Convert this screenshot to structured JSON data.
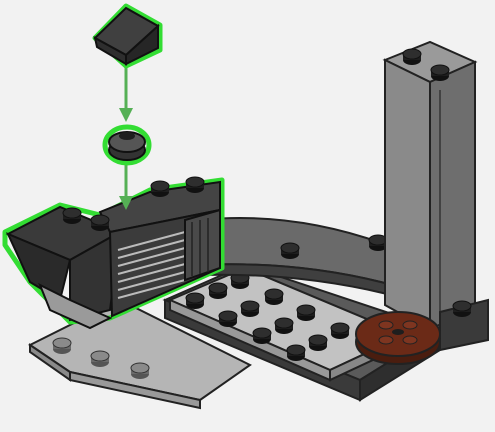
{
  "figure": {
    "kind": "building-instruction-step",
    "background": "#f2f2f2",
    "highlight_color": "#33dd33",
    "arrow_color": "#55b055",
    "new_parts": [
      "slope-brick",
      "round-plate",
      "cockpit-assembly"
    ],
    "colors": {
      "dark_gray": "#4a4a4a",
      "mid_gray": "#8a8a8a",
      "light_gray": "#b5b5b5",
      "stud_black": "#1e1e1e",
      "reddish_brown": "#6b2a17"
    }
  }
}
